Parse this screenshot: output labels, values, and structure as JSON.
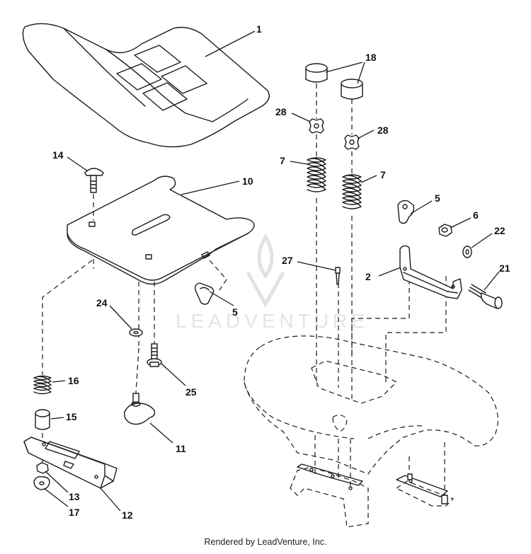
{
  "watermark": {
    "text": "LEADVENTURE"
  },
  "caption": "Rendered by LeadVenture, Inc.",
  "callouts": {
    "c1": "1",
    "c18": "18",
    "c28a": "28",
    "c28b": "28",
    "c7a": "7",
    "c7b": "7",
    "c14": "14",
    "c10": "10",
    "c5a": "5",
    "c6": "6",
    "c22": "22",
    "c27": "27",
    "c2": "2",
    "c21": "21",
    "c24": "24",
    "c5b": "5",
    "c16": "16",
    "c25": "25",
    "c15": "15",
    "c11": "11",
    "c13": "13",
    "c12": "12",
    "c17": "17"
  }
}
